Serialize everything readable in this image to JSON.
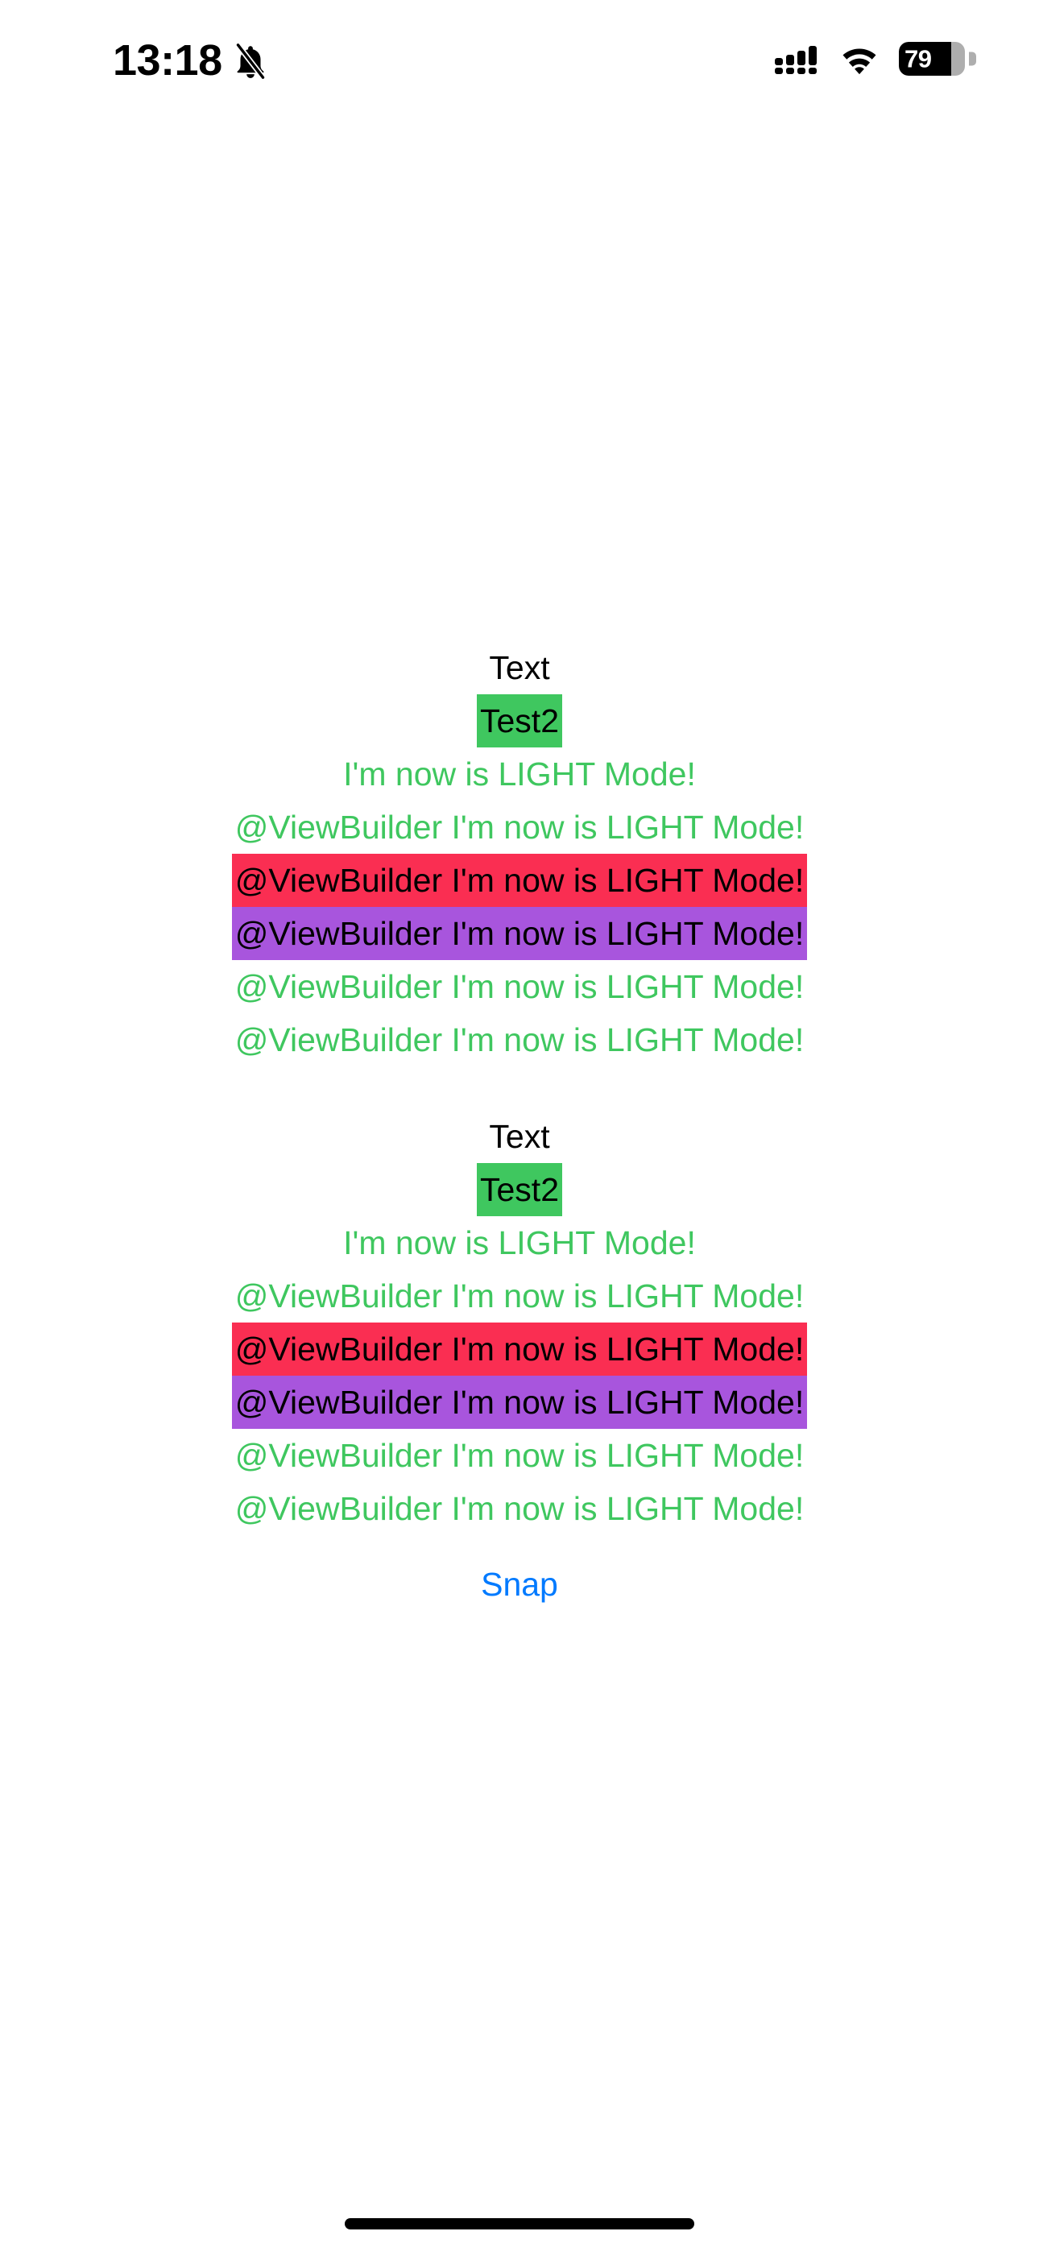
{
  "status_bar": {
    "time": "13:18",
    "silent_icon": "bell-slash-icon",
    "cellular_icon": "cellular-signal-icon",
    "cellular_bars": 4,
    "wifi_icon": "wifi-icon",
    "battery_percent": "79",
    "battery_level": 79,
    "battery_icon": "battery-icon"
  },
  "colors": {
    "green": "#3FC75F",
    "red": "#FA2E52",
    "purple": "#A855DD",
    "blue": "#007AFF",
    "black": "#000000",
    "background": "#FFFFFF"
  },
  "main": {
    "blocks": [
      {
        "rows": [
          {
            "text": "Text",
            "style": "plain-black"
          },
          {
            "text": "Test2",
            "style": "black-on-green"
          },
          {
            "text": "I'm now is LIGHT Mode!",
            "style": "green-text"
          },
          {
            "text": "@ViewBuilder I'm now is LIGHT Mode!",
            "style": "green-text"
          },
          {
            "text": "@ViewBuilder I'm now is LIGHT Mode!",
            "style": "black-on-red"
          },
          {
            "text": "@ViewBuilder I'm now is LIGHT Mode!",
            "style": "black-on-purple"
          },
          {
            "text": "@ViewBuilder I'm now is LIGHT Mode!",
            "style": "green-text"
          },
          {
            "text": "@ViewBuilder I'm now is LIGHT Mode!",
            "style": "green-text"
          }
        ]
      },
      {
        "rows": [
          {
            "text": "Text",
            "style": "plain-black"
          },
          {
            "text": "Test2",
            "style": "black-on-green"
          },
          {
            "text": "I'm now is LIGHT Mode!",
            "style": "green-text"
          },
          {
            "text": "@ViewBuilder I'm now is LIGHT Mode!",
            "style": "green-text"
          },
          {
            "text": "@ViewBuilder I'm now is LIGHT Mode!",
            "style": "black-on-red"
          },
          {
            "text": "@ViewBuilder I'm now is LIGHT Mode!",
            "style": "black-on-purple"
          },
          {
            "text": "@ViewBuilder I'm now is LIGHT Mode!",
            "style": "green-text"
          },
          {
            "text": "@ViewBuilder I'm now is LIGHT Mode!",
            "style": "green-text"
          }
        ]
      }
    ],
    "snap_button_label": "Snap"
  }
}
